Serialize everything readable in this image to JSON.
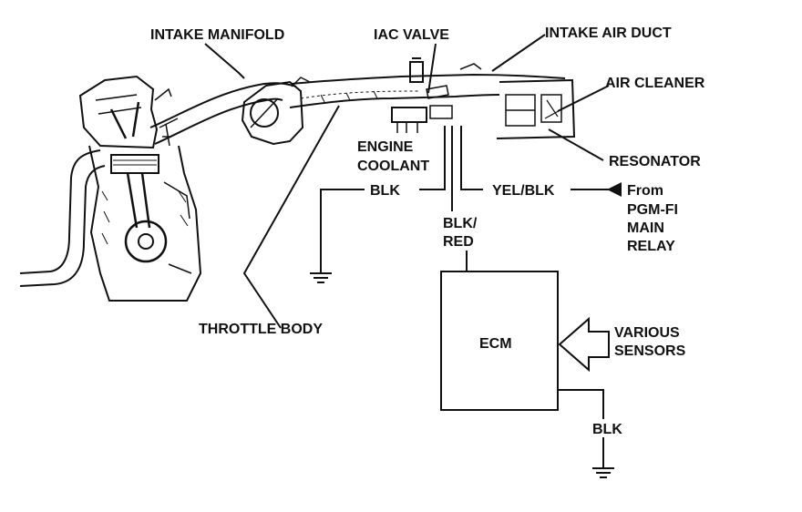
{
  "labels": {
    "intake_manifold": "INTAKE MANIFOLD",
    "iac_valve": "IAC VALVE",
    "intake_air_duct": "INTAKE AIR DUCT",
    "air_cleaner": "AIR CLEANER",
    "resonator": "RESONATOR",
    "engine_coolant_line1": "ENGINE",
    "engine_coolant_line2": "COOLANT",
    "throttle_body": "THROTTLE BODY",
    "wire_blk_left": "BLK",
    "wire_yel_blk": "YEL/BLK",
    "from_line1": "From",
    "from_line2": "PGM-FI",
    "from_line3": "MAIN",
    "from_line4": "RELAY",
    "wire_blk_red_line1": "BLK/",
    "wire_blk_red_line2": "RED",
    "ecm": "ECM",
    "various_line1": "VARIOUS",
    "various_line2": "SENSORS",
    "wire_blk_bottom": "BLK"
  },
  "colors": {
    "ink": "#111111",
    "paper": "#ffffff"
  }
}
